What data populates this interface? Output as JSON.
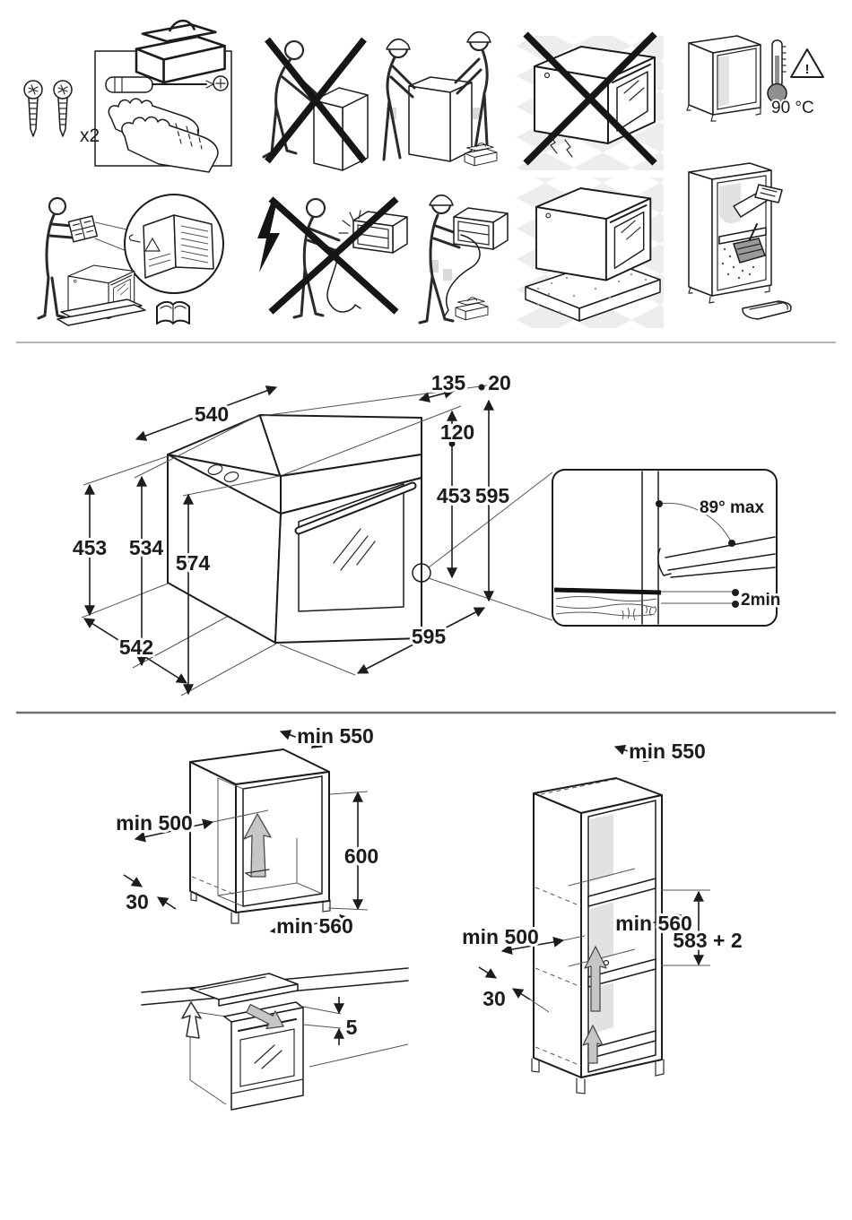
{
  "page": {
    "background": "#ffffff",
    "ink": "#1c1c1c",
    "gray_fill": "#c6c6c6",
    "light_gray": "#e2e2e2",
    "divider_top": "#b5b5b5",
    "divider_bottom": "#707070"
  },
  "pictograms": {
    "screws_quantity": "x2",
    "warning_mark": "!",
    "cabinet_max_temperature": "90 °C",
    "items": [
      {
        "name": "phillips-screws-x2"
      },
      {
        "name": "toolkit-screwdriver-gloves"
      },
      {
        "name": "single-person-lift-prohibited"
      },
      {
        "name": "two-person-lift-required"
      },
      {
        "name": "do-not-place-on-floor"
      },
      {
        "name": "cabinet-heat-resistance-90c"
      },
      {
        "name": "read-instructions"
      },
      {
        "name": "no-live-electrical-work"
      },
      {
        "name": "qualified-installer-wiring"
      },
      {
        "name": "place-on-protective-base"
      },
      {
        "name": "clean-cabinet-before-installation"
      }
    ]
  },
  "oven_dimensions": {
    "top_depth": "540",
    "rear_ledge_depth": "135",
    "rear_top_clearance": "20",
    "rear_ledge_height": "120",
    "rear_panel_height": "453",
    "overall_height": "595",
    "left_height": "453",
    "side_height": "534",
    "front_height": "574",
    "side_depth": "542",
    "front_width": "595"
  },
  "door_detail": {
    "max_door_angle": "89° max",
    "min_bottom_gap": "2min"
  },
  "base_cabinet": {
    "top_depth": "min 550",
    "platform_depth": "min 500",
    "rear_gap": "30",
    "height": "600",
    "niche_width": "min 560"
  },
  "hob_clearance": {
    "min_gap": "5"
  },
  "tall_cabinet": {
    "top_depth": "min 550",
    "platform_depth": "min 500",
    "niche_width": "min 560",
    "niche_height": "583 + 2",
    "rear_gap": "30"
  }
}
